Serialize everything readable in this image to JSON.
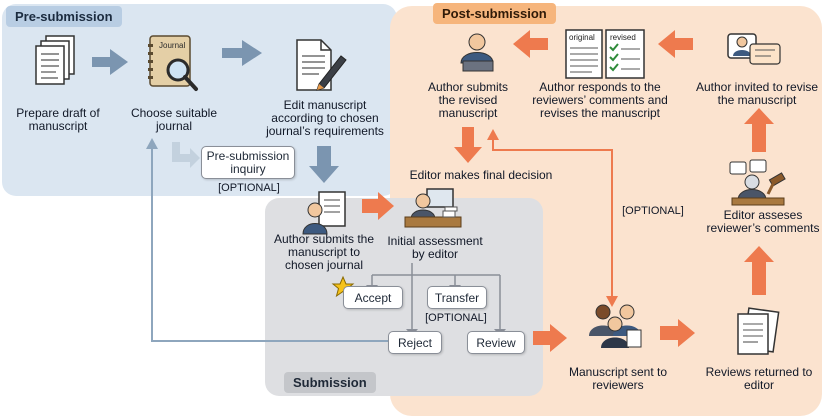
{
  "regions": {
    "pre_submission": "Pre-submission",
    "post_submission": "Post-submission",
    "submission": "Submission"
  },
  "steps": {
    "prepare_draft": [
      "Prepare draft of",
      "manuscript"
    ],
    "choose_journal": [
      "Choose suitable",
      "journal"
    ],
    "edit_manuscript": [
      "Edit manuscript",
      "according to chosen",
      "journal’s requirements"
    ],
    "presubmission_inquiry": [
      "Pre-submission",
      "inquiry"
    ],
    "optional_presub": "[OPTIONAL]",
    "author_submits": [
      "Author submits the",
      "manuscript to",
      "chosen journal"
    ],
    "initial_assessment": [
      "Initial assessment",
      "by editor"
    ],
    "accept": "Accept",
    "transfer": "Transfer",
    "optional_transfer": "[OPTIONAL]",
    "reject": "Reject",
    "review": "Review",
    "manuscript_sent": [
      "Manuscript sent to",
      "reviewers"
    ],
    "reviews_returned": [
      "Reviews returned to",
      "editor"
    ],
    "editor_assesses": [
      "Editor asseses",
      "reviewer’s comments"
    ],
    "author_invited": [
      "Author invited to revise",
      "the manuscript"
    ],
    "author_responds": [
      "Author responds to the",
      "reviewers’ comments and",
      "revises the manuscript"
    ],
    "author_submits_revised": [
      "Author submits",
      "the revised",
      "manuscript"
    ],
    "editor_final": "Editor makes final decision",
    "optional_final": "[OPTIONAL]"
  },
  "icon_text": {
    "journal": "Journal",
    "original": "original",
    "revised": "revised"
  },
  "colors": {
    "blue_arrow": "#7b95b0",
    "orange_arrow": "#ee7a4e",
    "pre_bg": "#dbe6f1",
    "post_bg": "#fbe3cf",
    "sub_bg": "#dedfe2",
    "star": "#f6c21a"
  }
}
